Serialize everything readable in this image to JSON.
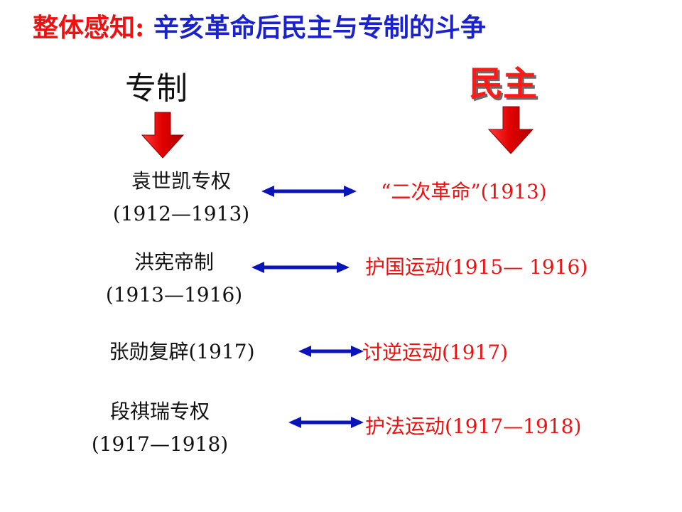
{
  "title": {
    "prefix": "整体感知:",
    "main": "辛亥革命后民主与专制的斗争"
  },
  "columns": {
    "left_heading": "专制",
    "right_heading": "民主"
  },
  "rows": [
    {
      "left_name": "袁世凯专权",
      "left_years": "(1912—1913)",
      "right": "“二次革命”(1913)"
    },
    {
      "left_name": "洪宪帝制",
      "left_years": "(1913—1916)",
      "right": "护国运动(1915— 1916)"
    },
    {
      "left_name": "张勋复辟(1917)",
      "left_years": "",
      "right": "讨逆运动(1917)"
    },
    {
      "left_name": "段祺瑞专权",
      "left_years": "(1917—1918)",
      "right": "护法运动(1917—1918)"
    }
  ],
  "colors": {
    "title_prefix": "#ee1111",
    "title_main": "#1a22cc",
    "arrow_down": "#ee1111",
    "arrow_double": "#0b14b8",
    "democracy_text": "#ee1111"
  }
}
